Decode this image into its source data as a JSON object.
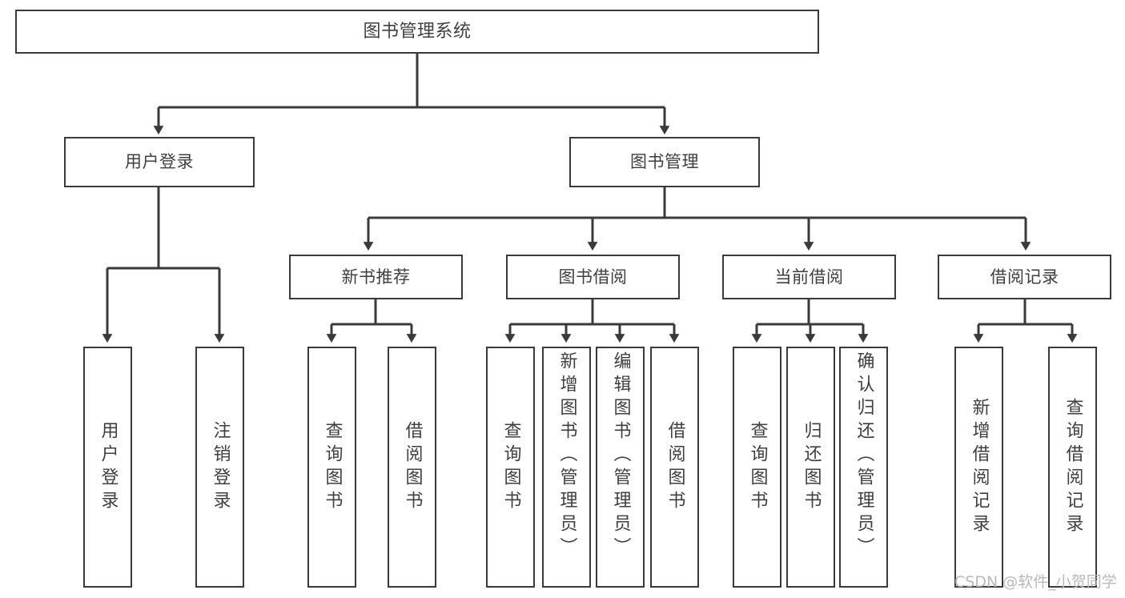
{
  "diagram": {
    "title": "图书管理系统",
    "type": "tree-structure-chart",
    "line_color": "#3a3a3a",
    "text_color": "#3f3f3f",
    "background_color": "#ffffff",
    "watermark": "CSDN @软件_小贺同学",
    "levels": {
      "level0": [
        "图书管理系统"
      ],
      "level1": [
        "用户登录",
        "图书管理"
      ],
      "level2": [
        "新书推荐",
        "图书借阅",
        "当前借阅",
        "借阅记录"
      ],
      "level3": [
        "用户登录",
        "注销登录",
        "查询图书",
        "借阅图书",
        "查询图书",
        "新增图书（管理员）",
        "编辑图书（管理员）",
        "借阅图书",
        "查询图书",
        "归还图书",
        "确认归还（管理员）",
        "新增借阅记录",
        "查询借阅记录"
      ]
    },
    "nodes": {
      "root": {
        "label": "图书管理系统"
      },
      "user_login": {
        "label": "用户登录"
      },
      "book_manage": {
        "label": "图书管理"
      },
      "new_book_rec": {
        "label": "新书推荐"
      },
      "book_borrow": {
        "label": "图书借阅"
      },
      "current_borrow": {
        "label": "当前借阅"
      },
      "borrow_record": {
        "label": "借阅记录"
      },
      "leaf_user_login": {
        "label": "用户登录"
      },
      "leaf_logout": {
        "label": "注销登录"
      },
      "leaf_query_book_1": {
        "label": "查询图书"
      },
      "leaf_borrow_book_1": {
        "label": "借阅图书"
      },
      "leaf_query_book_2": {
        "label": "查询图书"
      },
      "leaf_add_book": {
        "label": "新增图书（管理员）"
      },
      "leaf_edit_book": {
        "label": "编辑图书（管理员）"
      },
      "leaf_borrow_book_2": {
        "label": "借阅图书"
      },
      "leaf_query_book_3": {
        "label": "查询图书"
      },
      "leaf_return_book": {
        "label": "归还图书"
      },
      "leaf_confirm_return": {
        "label": "确认归还（管理员）"
      },
      "leaf_add_record": {
        "label": "新增借阅记录"
      },
      "leaf_query_record": {
        "label": "查询借阅记录"
      }
    }
  }
}
